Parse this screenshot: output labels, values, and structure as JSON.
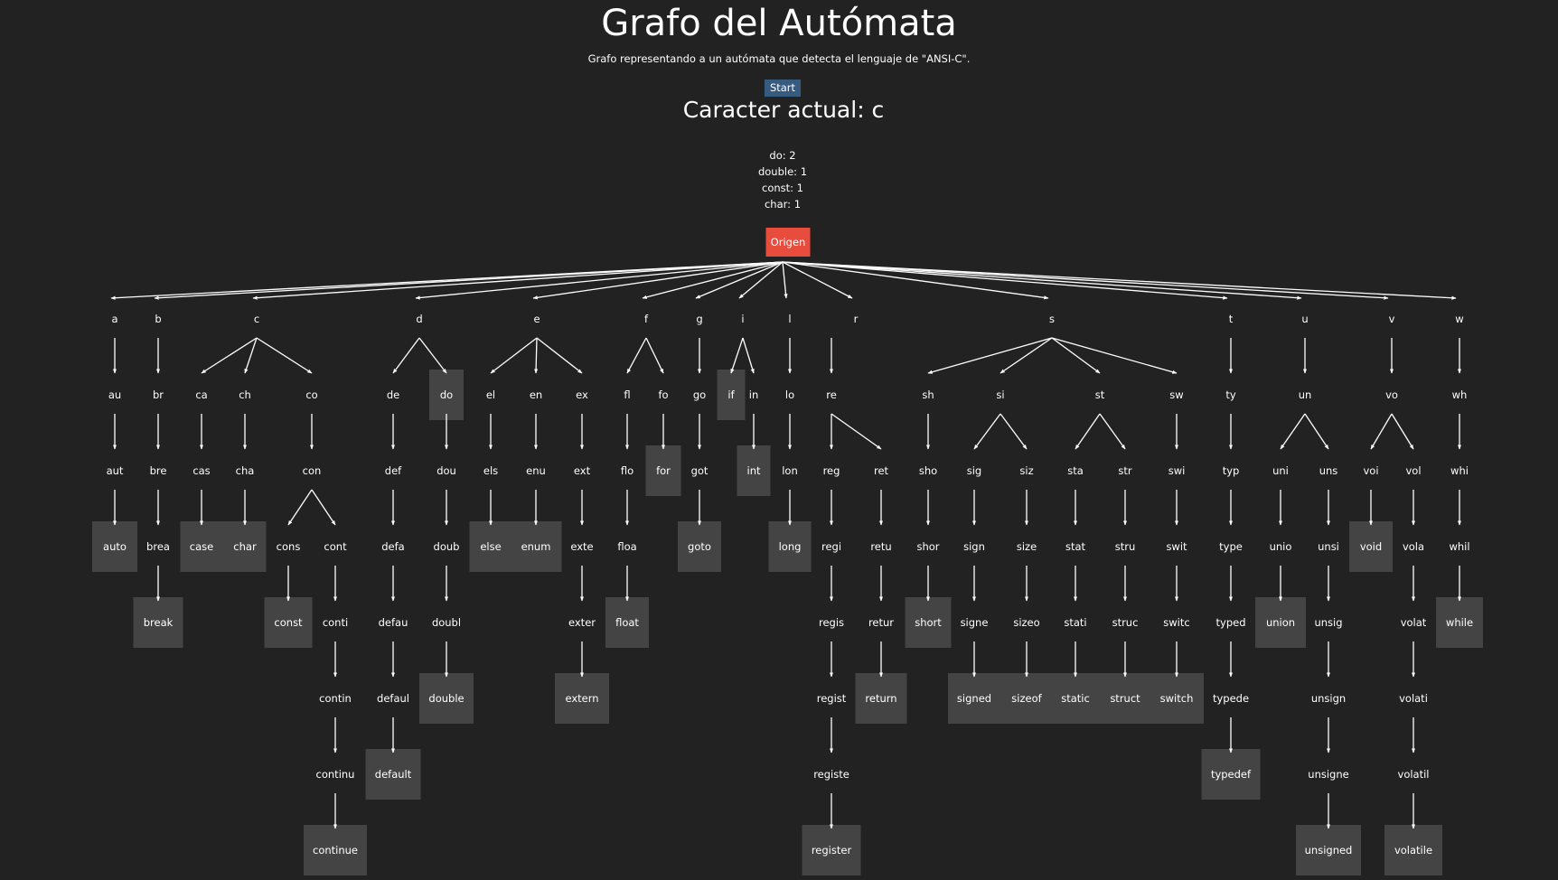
{
  "header": {
    "title": "Grafo del Autómata",
    "subtitle": "Grafo representando a un autómata que detecta el lenguaje de \"ANSI-C\".",
    "start_label": "Start",
    "current_char": "Caracter actual: c"
  },
  "counts": [
    "do: 2",
    "double: 1",
    "const: 1",
    "char: 1"
  ],
  "colors": {
    "background": "#222222",
    "start_button": "#375a7f",
    "origin_node": "#e74c3c",
    "final_state": "#444444",
    "text": "#ffffff"
  },
  "graph": {
    "origin": "Origen",
    "keywords": [
      "auto",
      "break",
      "case",
      "char",
      "const",
      "continue",
      "default",
      "do",
      "double",
      "else",
      "enum",
      "extern",
      "float",
      "for",
      "goto",
      "if",
      "int",
      "long",
      "register",
      "return",
      "short",
      "signed",
      "sizeof",
      "static",
      "struct",
      "switch",
      "typedef",
      "union",
      "unsigned",
      "void",
      "volatile",
      "while"
    ],
    "accepting": [
      "auto",
      "break",
      "case",
      "char",
      "const",
      "continue",
      "default",
      "do",
      "double",
      "else",
      "enum",
      "extern",
      "float",
      "for",
      "goto",
      "if",
      "int",
      "long",
      "register",
      "return",
      "short",
      "signed",
      "sizeof",
      "static",
      "struct",
      "switch",
      "typedef",
      "union",
      "unsigned",
      "void",
      "volatile",
      "while"
    ]
  }
}
